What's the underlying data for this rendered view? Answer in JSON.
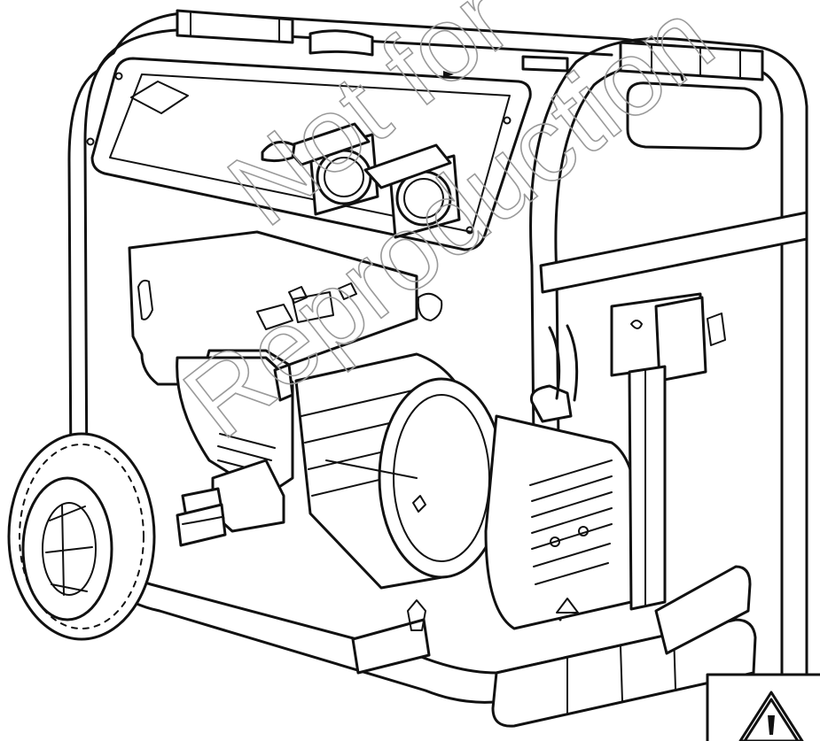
{
  "illustration": {
    "subject": "portable-generator",
    "icons": [
      "warning-triangle-icon"
    ]
  },
  "watermark": {
    "line1": "Not for",
    "line2": "Reproduction"
  },
  "colors": {
    "line": "#111111",
    "background": "#ffffff",
    "watermark": "#9a9a9a"
  }
}
